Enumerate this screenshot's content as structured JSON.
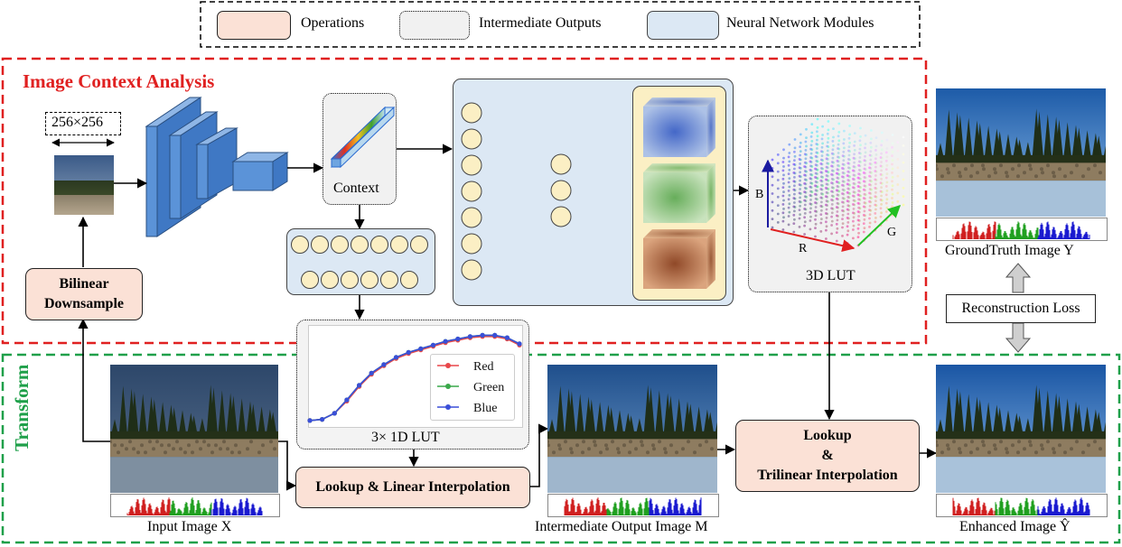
{
  "legend": {
    "operations": "Operations",
    "intermediate": "Intermediate Outputs",
    "nn_modules": "Neural Network Modules"
  },
  "sections": {
    "analysis": "Image Context Analysis",
    "transform": "Transform"
  },
  "labels": {
    "size": "256×256",
    "context": "Context",
    "lut3d": "3D LUT",
    "lut1d": "3× 1D LUT",
    "bilinear_line1": "Bilinear",
    "bilinear_line2": "Downsample",
    "lookup_linear": "Lookup & Linear Interpolation",
    "lookup_tri_1": "Lookup",
    "lookup_tri_2": "&",
    "lookup_tri_3": "Trilinear Interpolation",
    "recon_loss": "Reconstruction Loss",
    "axis_b": "B",
    "axis_r": "R",
    "axis_g": "G"
  },
  "images": {
    "input": "Input Image X",
    "intermediate": "Intermediate Output Image M",
    "enhanced": "Enhanced Image Ŷ",
    "groundtruth": "GroundTruth Image Y"
  },
  "lut_legend": [
    "Red",
    "Green",
    "Blue"
  ],
  "colors": {
    "operations": "#fbe1d6",
    "intermediate": "#f1f1f1",
    "nn": "#dce8f4",
    "analysis_border": "#e02020",
    "transform_border": "#1fa04a",
    "red": "#e8474a",
    "green": "#3aa84a",
    "blue": "#3a4fd8"
  },
  "chart_data": {
    "type": "line",
    "title": "3× 1D LUT",
    "series": [
      {
        "name": "Red",
        "values": [
          0.03,
          0.04,
          0.09,
          0.19,
          0.31,
          0.41,
          0.48,
          0.54,
          0.58,
          0.61,
          0.64,
          0.67,
          0.69,
          0.71,
          0.72,
          0.72,
          0.7,
          0.65
        ]
      },
      {
        "name": "Green",
        "values": [
          0.03,
          0.04,
          0.09,
          0.2,
          0.32,
          0.42,
          0.49,
          0.55,
          0.59,
          0.62,
          0.65,
          0.68,
          0.7,
          0.72,
          0.73,
          0.73,
          0.71,
          0.66
        ]
      },
      {
        "name": "Blue",
        "values": [
          0.03,
          0.04,
          0.09,
          0.2,
          0.32,
          0.42,
          0.49,
          0.55,
          0.59,
          0.62,
          0.65,
          0.68,
          0.7,
          0.72,
          0.73,
          0.73,
          0.71,
          0.66
        ]
      }
    ],
    "ylim": [
      0,
      0.8
    ]
  }
}
